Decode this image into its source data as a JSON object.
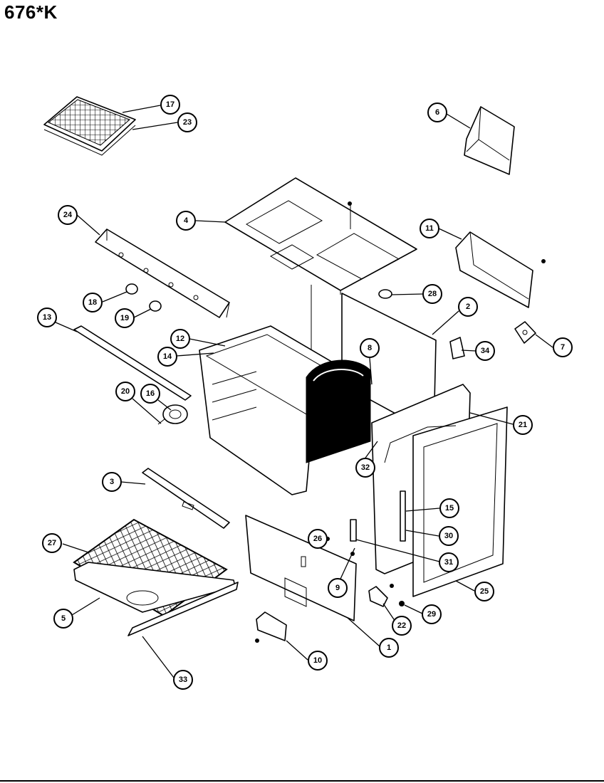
{
  "title": "676*K",
  "callouts": [
    "1",
    "2",
    "3",
    "4",
    "5",
    "6",
    "7",
    "8",
    "9",
    "10",
    "11",
    "12",
    "13",
    "14",
    "15",
    "16",
    "17",
    "18",
    "19",
    "20",
    "21",
    "22",
    "23",
    "24",
    "25",
    "26",
    "27",
    "28",
    "29",
    "30",
    "31",
    "32",
    "33",
    "34"
  ]
}
